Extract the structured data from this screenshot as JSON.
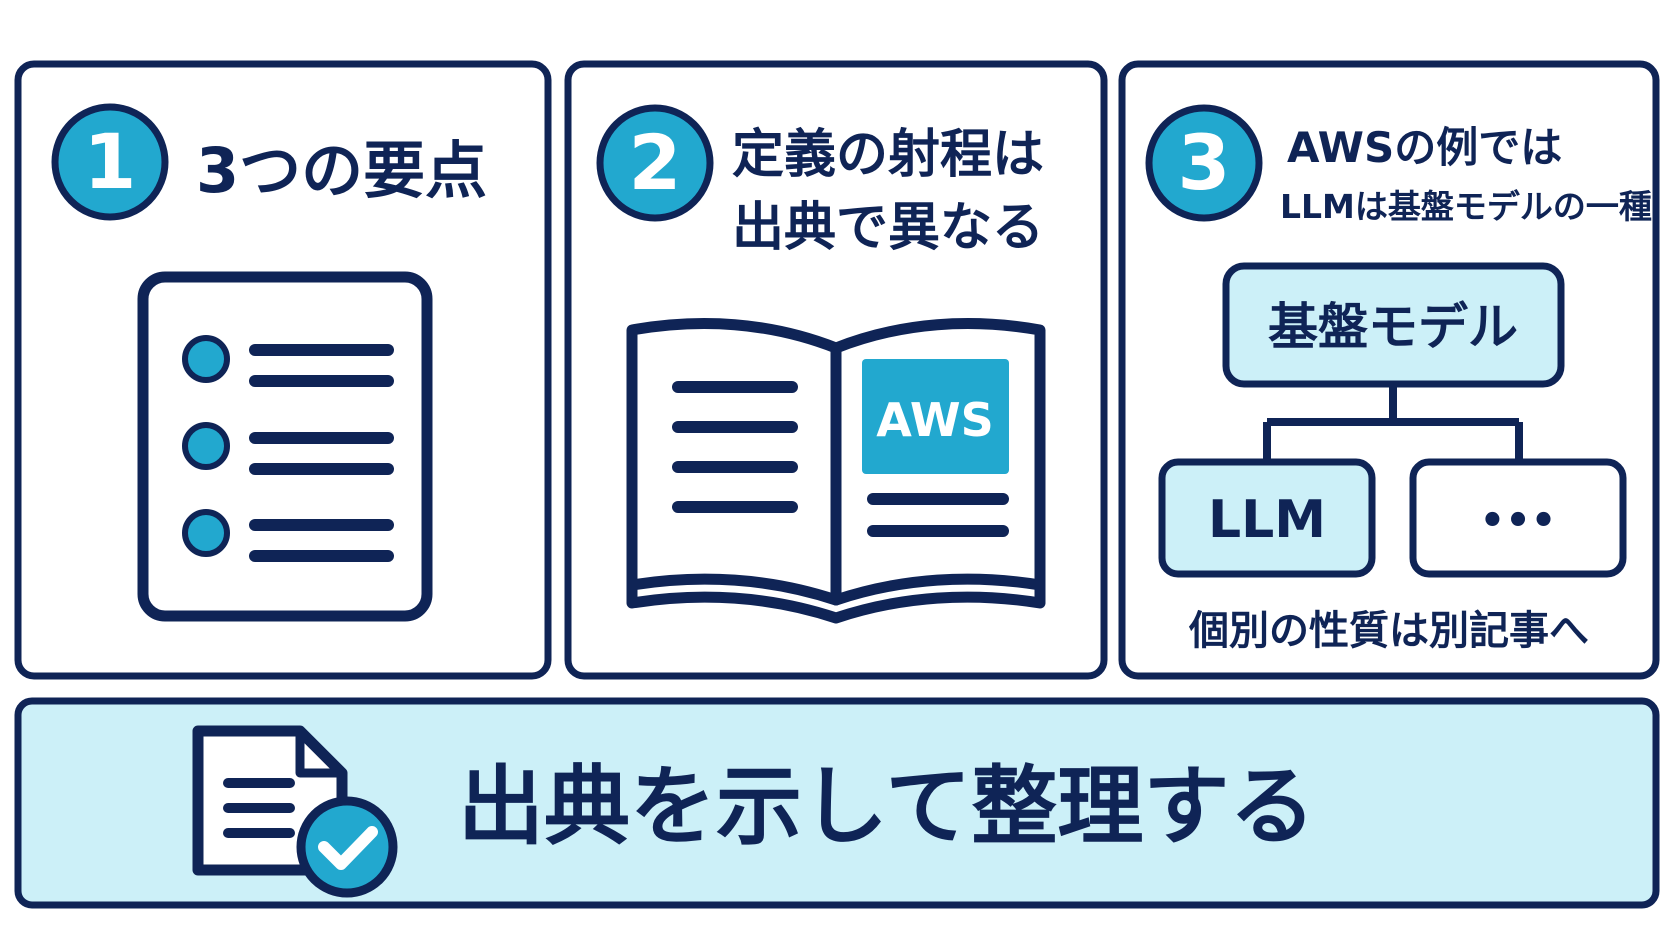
{
  "colors": {
    "navy": "#0f2456",
    "accent": "#22a8cf",
    "light": "#ccf0f8",
    "white": "#ffffff"
  },
  "panels": [
    {
      "number": "1",
      "title_lines": [
        "3つの要点"
      ],
      "icon": "checklist-icon"
    },
    {
      "number": "2",
      "title_lines": [
        "定義の射程は",
        "出典で異なる"
      ],
      "icon": "open-book-icon",
      "book_badge": "AWS"
    },
    {
      "number": "3",
      "title_lines": [
        "AWSの例では",
        "LLMは基盤モデルの一種"
      ],
      "icon": "hierarchy-icon",
      "tree": {
        "root": "基盤モデル",
        "children": [
          "LLM",
          "•••"
        ]
      },
      "caption": "個別の性質は別記事へ"
    }
  ],
  "banner": {
    "text": "出典を示して整理する",
    "icon": "document-check-icon"
  }
}
